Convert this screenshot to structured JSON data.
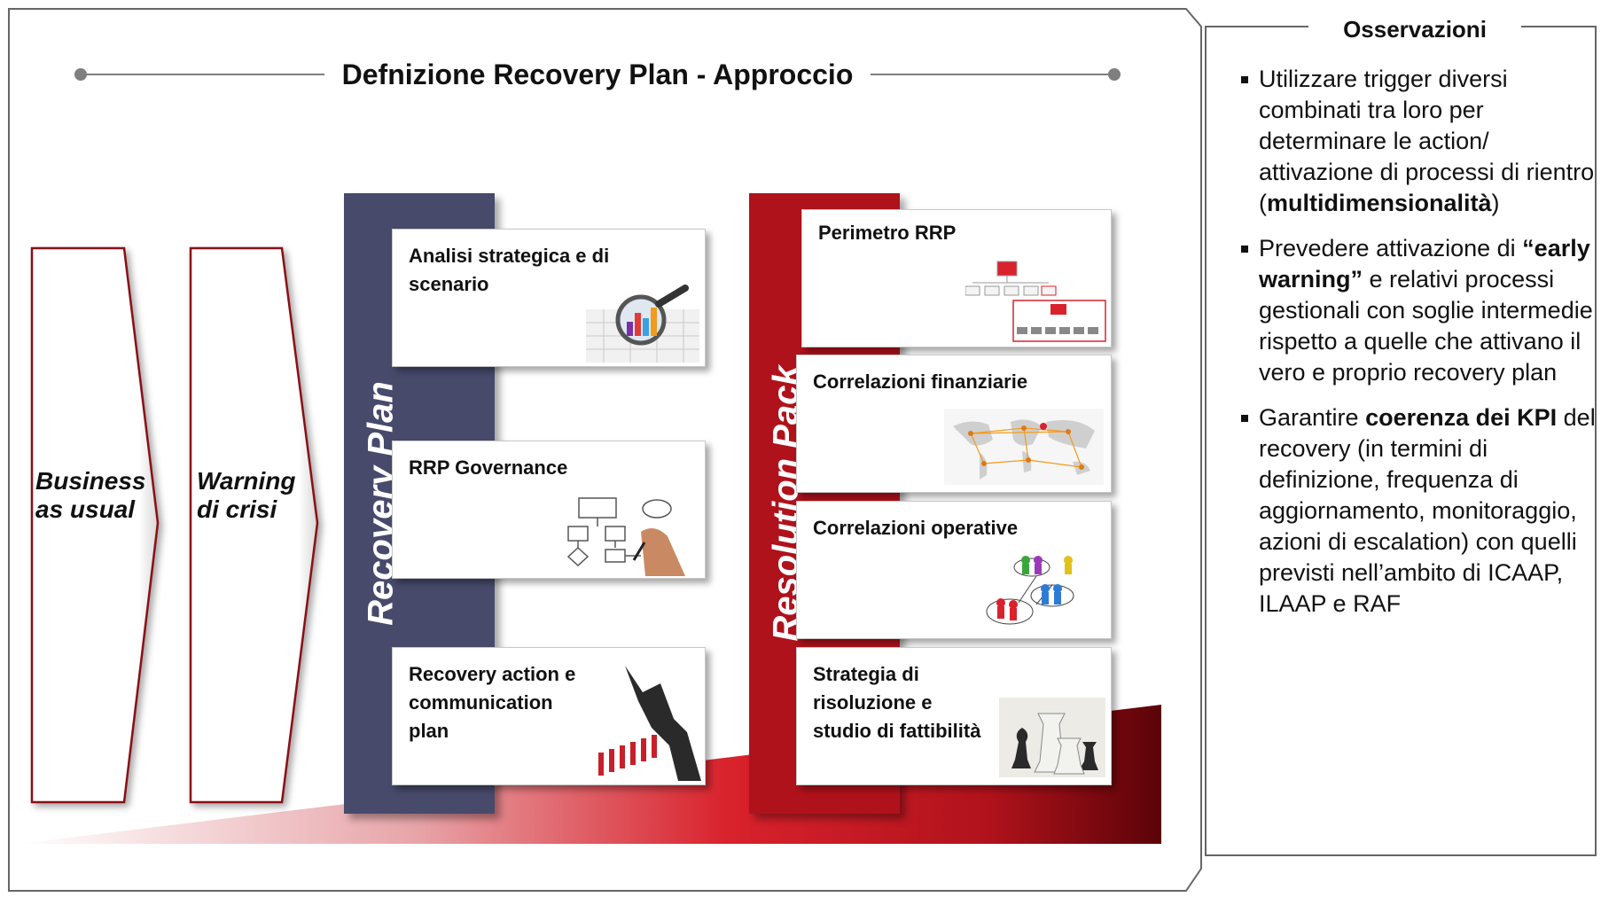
{
  "title": "Defnizione Recovery Plan - Approccio",
  "chevrons": [
    {
      "line1": "Business",
      "line2": "as usual"
    },
    {
      "line1": "Warning",
      "line2": "di crisi"
    }
  ],
  "recovery_bar": {
    "label": "Recovery Plan",
    "color": "#474a6b"
  },
  "resolution_bar": {
    "label": "Resolution Pack",
    "color": "#b0121b"
  },
  "recovery_cards": [
    {
      "label": "Analisi strategica e di scenario",
      "icon": "magnifier-chart-icon"
    },
    {
      "label": "RRP Governance",
      "icon": "flowchart-drawing-icon"
    },
    {
      "label": "Recovery action e communication plan",
      "icon": "falling-dominoes-icon"
    }
  ],
  "resolution_cards": [
    {
      "label": "Perimetro RRP",
      "icon": "org-chart-icon"
    },
    {
      "label": "Correlazioni finanziarie",
      "icon": "world-network-map-icon"
    },
    {
      "label": "Correlazioni operative",
      "icon": "people-network-icon"
    },
    {
      "label": "Strategia di risoluzione e studio di fattibilità",
      "icon": "chess-pieces-icon"
    }
  ],
  "observations": {
    "title": "Osservazioni",
    "items": [
      {
        "pre": "Utilizzare trigger diversi combinati tra loro per determinare le action/ attivazione di processi di rientro (",
        "bold": "multidimensionalità",
        "post": ")"
      },
      {
        "pre": "Prevedere attivazione di ",
        "bold": "“early warning”",
        "post": " e relativi processi gestionali con soglie intermedie rispetto a quelle che attivano il vero e proprio recovery plan"
      },
      {
        "pre": "Garantire ",
        "bold": "coerenza dei KPI",
        "post": " del recovery (in termini di definizione, frequenza di aggiornamento, monitoraggio, azioni di escalation) con quelli previsti nell’ambito di ICAAP, ILAAP e RAF"
      }
    ]
  }
}
